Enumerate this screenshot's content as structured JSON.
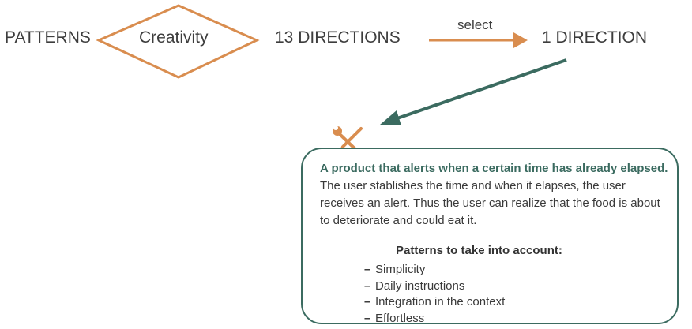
{
  "flow": {
    "patterns": "PATTERNS",
    "creativity": "Creativity",
    "directions": "13 DIRECTIONS",
    "select": "select",
    "one_direction": "1 DIRECTION"
  },
  "card": {
    "highlight": "A product that alerts when a certain time has already elapsed.",
    "description": " The user stablishes the time and when it elapses, the user receives an alert. Thus the user can realize that the food is about to deteriorate and could eat it.",
    "patterns_title": "Patterns to take into account:",
    "patterns": [
      "Simplicity",
      "Daily instructions",
      "Integration in the context",
      "Effortless"
    ]
  },
  "colors": {
    "orange": "#d98d4f",
    "teal": "#3b6b60"
  },
  "icons": {
    "tools": "wrench-screwdriver-icon"
  }
}
